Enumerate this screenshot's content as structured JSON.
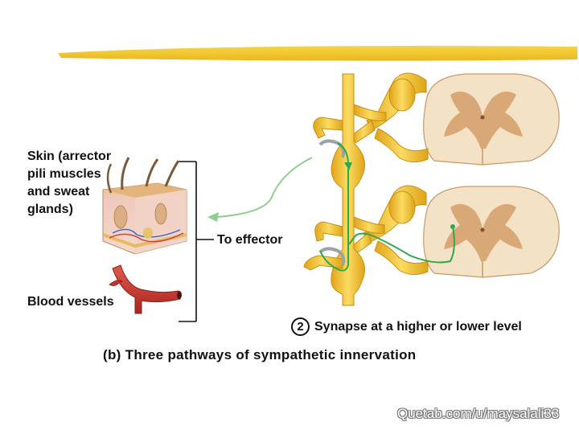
{
  "labels": {
    "skin_lines": [
      "Skin (arrector",
      "pili muscles",
      "and sweat",
      "glands)"
    ],
    "blood_vessels": "Blood vessels",
    "to_effector": "To effector",
    "synapse_number": "2",
    "synapse_text": "Synapse at a higher or lower level",
    "caption": "(b) Three pathways of sympathetic innervation",
    "watermark": "Quetab.com/u/maysalali33"
  },
  "colors": {
    "title_bar": "#f2c21a",
    "nerve": "#f2c02a",
    "spinal_cord": "#f3e2c6",
    "gray_matter": "#d9a877",
    "pathway_green": "#2fa84a",
    "pathway_gray": "#9aa3a8",
    "vessel_red": "#c9302c"
  }
}
